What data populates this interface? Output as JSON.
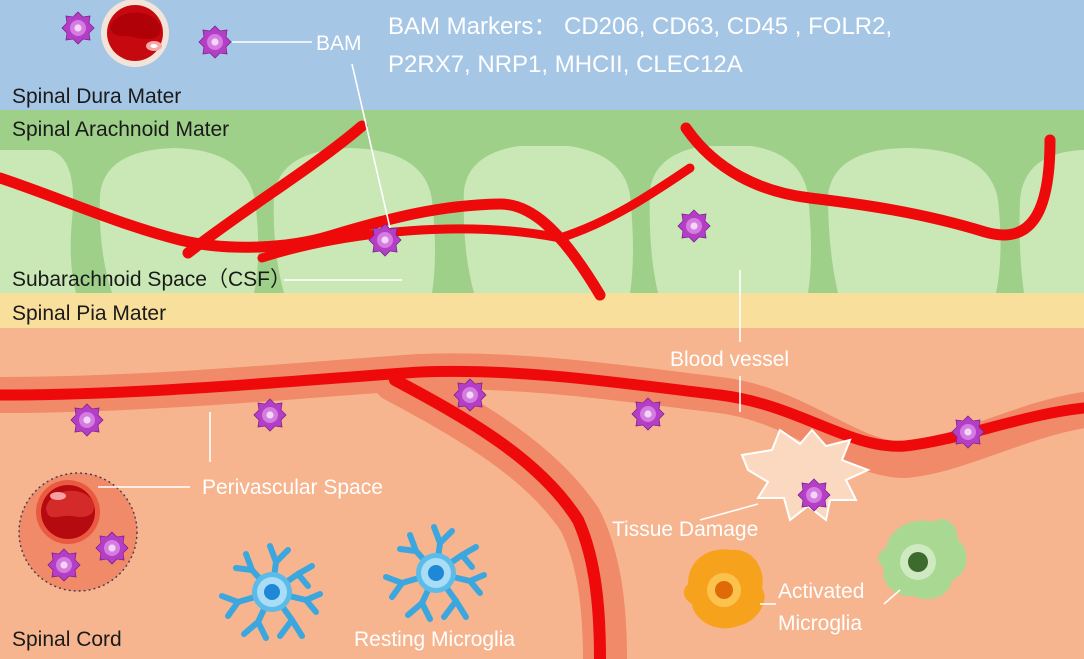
{
  "layers": {
    "dura": "Spinal Dura Mater",
    "arachnoid": "Spinal Arachnoid Mater",
    "subarachnoid": "Subarachnoid Space（CSF）",
    "pia": "Spinal Pia Mater",
    "cord": "Spinal Cord"
  },
  "markers": {
    "line1": "BAM Markers： CD206, CD63, CD45 , FOLR2,",
    "line2": "P2RX7, NRP1, MHCII, CLEC12A"
  },
  "labels": {
    "bam": "BAM",
    "blood_vessel": "Blood vessel",
    "perivascular": "Perivascular Space",
    "tissue_damage": "Tissue Damage",
    "resting_microglia": "Resting Microglia",
    "activated_line1": "Activated",
    "activated_line2": "Microglia"
  },
  "colors": {
    "dura": "#a6c6e6",
    "arachnoid": "#9fd08a",
    "pia": "#f9df9c",
    "cord": "#f6b58e",
    "vessel": "#ee0a0a",
    "bam_cell": "#b43fc6",
    "resting_microglia": "#3ca6de",
    "activated_orange": "#f7a21c",
    "activated_green": "#a9d893"
  },
  "icons": [
    "bam-cell-icon",
    "red-blood-cell-icon",
    "resting-microglia-icon",
    "activated-microglia-icon",
    "tissue-damage-icon"
  ]
}
